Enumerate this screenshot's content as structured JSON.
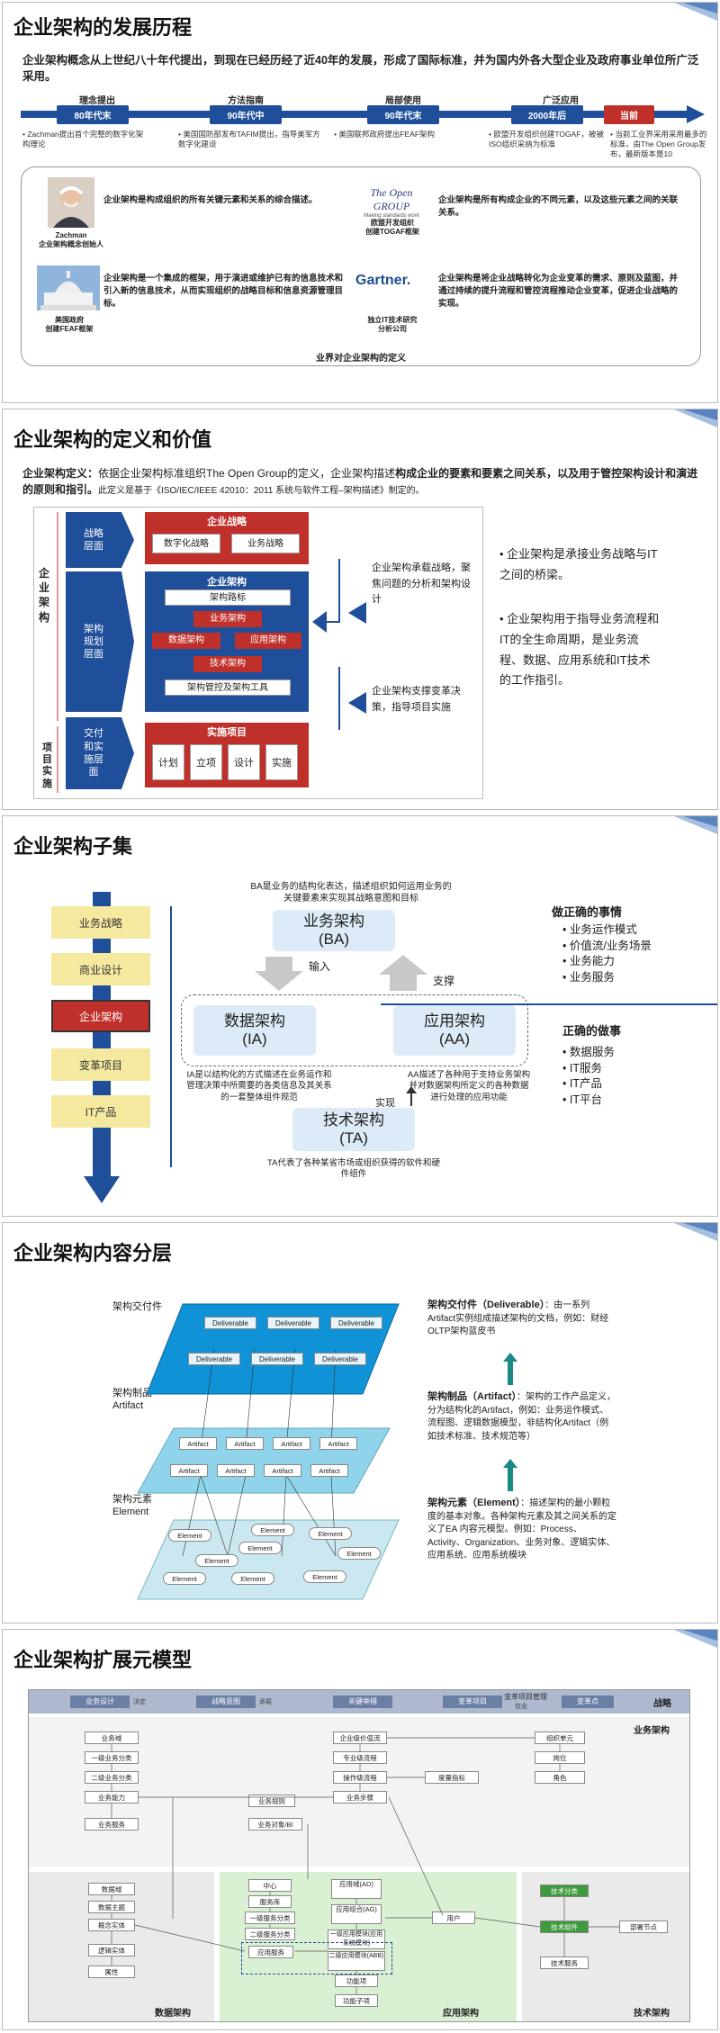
{
  "slide1": {
    "title": "企业架构的发展历程",
    "subtitle": "企业架构概念从上世纪八十年代提出，到现在已经历经了近40年的发展，形成了国际标准，并为国内外各大型企业及政府事业单位所广泛采用。",
    "phases": [
      "理念提出",
      "方法指南",
      "局部使用",
      "广泛应用"
    ],
    "eras": [
      "80年代末",
      "90年代中",
      "90年代末",
      "2000年后",
      "当前"
    ],
    "notes": [
      "• Zachman提出首个完整的数字化架构理论",
      "• 美国国防部发布TAFIM提出，指导美军方数字化建设",
      "• 美国联邦政府提出FEAF架构",
      "• 欧盟开发组织创建TOGAF，被被ISO组织采纳为标准",
      "• 当前工业界采用采用最多的标准，由The Open Group发布，最新版本是10"
    ],
    "defs": [
      "企业架构是构成组织的所有关键元素和关系的综合描述。",
      "企业架构是所有构成企业的不同元素，以及这些元素之间的关联关系。",
      "企业架构是一个集成的框架，用于演进或维护已有的信息技术和引入新的信息技术，从而实现组织的战略目标和信息资源管理目标。",
      "企业架构是将企业战略转化为企业变革的需求、原则及蓝图，并通过持续的提升流程和管控流程推动企业变革，促进企业战略的实现。"
    ],
    "captions": [
      "Zachman\n企业架构概念创始人",
      "欧盟开发组织\n创建TOGAF框架",
      "美国政府\n创建FEAF框架",
      "独立IT技术研究\n分析公司"
    ],
    "logo_opengroup": "The Open GROUP",
    "logo_opengroup_tag": "Making standards work",
    "logo_gartner": "Gartner.",
    "footer": "业界对企业架构的定义"
  },
  "slide2": {
    "title": "企业架构的定义和价值",
    "def_label": "企业架构定义：",
    "def_text1": "依据企业架构标准组织The Open Group的定义，企业架构描述",
    "def_bold": "构成企业的要素和要素之间关系，以及用于管控架构设计和演进的原则和指引。",
    "def_small": "此定义是基于《ISO/IEC/IEEE 42010：2011 系统与软件工程–架构描述》制定的。",
    "left_label": "企\n业\n架\n构",
    "left_label2": "项\n目\n实\n施",
    "layers": [
      "战略\n层面",
      "架构\n规划\n层面",
      "交付\n和实\n施层\n面"
    ],
    "strategy": {
      "title": "企业战略",
      "items": [
        "数字化战略",
        "业务战略"
      ]
    },
    "arch": {
      "title": "企业架构",
      "route": "架构路标",
      "ba": "业务架构",
      "da": "数据架构",
      "aa": "应用架构",
      "ta": "技术架构",
      "tools": "架构管控及架构工具"
    },
    "impl": {
      "title": "实施项目",
      "items": [
        "计划",
        "立项",
        "设计",
        "实施"
      ]
    },
    "side1": "企业架构承载战略，聚焦问题的分析和架构设计",
    "side2": "企业架构支撑变革决策，指导项目实施",
    "bullets": [
      "企业架构是承接业务战略与IT之间的桥梁。",
      "企业架构用于指导业务流程和IT的全生命周期，是业务流程、数据、应用系统和IT技术的工作指引。"
    ]
  },
  "slide3": {
    "title": "企业架构子集",
    "steps": [
      "业务战略",
      "商业设计",
      "企业架构",
      "变革项目",
      "IT产品"
    ],
    "ba_desc": "BA是业务的结构化表达，描述组织如何运用业务的关键要素来实现其战略意图和目标",
    "ba": "业务架构\n(BA)",
    "ia": "数据架构\n(IA)",
    "aa": "应用架构\n(AA)",
    "ta": "技术架构\n(TA)",
    "input": "输入",
    "support": "支撑",
    "realize": "实现",
    "ia_desc": "IA是以结构化的方式描述在业务运作和管理决策中所需要的各类信息及其关系的一套整体组件规范",
    "aa_desc": "AA描述了各种用于支持业务架构并对数据架构所定义的各种数据进行处理的应用功能",
    "ta_desc": "TA代表了各种某省市场或组织获得的软件和硬件组件",
    "right_t1": "做正确的事情",
    "right_l1": [
      "业务运作模式",
      "价值流/业务场景",
      "业务能力",
      "业务服务"
    ],
    "right_t2": "正确的做事",
    "right_l2": [
      "数据服务",
      "IT服务",
      "IT产品",
      "IT平台"
    ]
  },
  "slide4": {
    "title": "企业架构内容分层",
    "layer1": "架构交付件",
    "layer2": "架构制品\nArtifact",
    "layer3": "架构元素\nElement",
    "deliverable": "Deliverable",
    "artifact": "Artifact",
    "element": "Element",
    "d1_title": "架构交付件（Deliverable）",
    "d1_text": "：由一系列Artifact实例组成描述架构的文档，例如：财经OLTP架构蓝皮书",
    "d2_title": "架构制品（Artifact）",
    "d2_text": "：架构的工作产品定义，分为结构化的Artifact，例如：业务运作模式、流程图、逻辑数据模型，非结构化Artifact（例如技术标准、技术规范等）",
    "d3_title": "架构元素（Element）",
    "d3_text": "：描述架构的最小颗粒度的基本对象。各种架构元素及其之间关系的定义了EA 内容元模型。例如：Process、Activity、Organization、业务对象、逻辑实体、应用系统、应用系统模块"
  },
  "slide5": {
    "title": "企业架构扩展元模型",
    "bar": [
      "业务设计",
      "战略意图",
      "关键举措",
      "变革项目",
      "变革点"
    ],
    "bar_label": "战略",
    "bar_small": [
      "决定",
      "承载",
      "变革项目管理",
      "包含"
    ],
    "biz_label": "业务架构",
    "data_label": "数据架构",
    "app_label": "应用架构",
    "tech_label": "技术架构",
    "biz_boxes": [
      "业务域",
      "一级业务分类",
      "二级业务分类",
      "业务能力",
      "业务服务",
      "企业级价值流",
      "专业级流程",
      "操作级流程",
      "业务步骤",
      "度量指标",
      "业务规则",
      "业务对象/BI",
      "组织单元",
      "岗位",
      "角色"
    ],
    "data_boxes": [
      "数据域",
      "数据主题",
      "概念实体",
      "逻辑实体",
      "属性"
    ],
    "app_boxes": [
      "中心",
      "服务库",
      "一级服务分类",
      "二级服务分类",
      "应用服务",
      "应用域(AD)",
      "应用组合(AG)",
      "一级应用模块(应用系统模块)",
      "二级应用模块(ABB)",
      "功能项",
      "功能子项",
      "用户"
    ],
    "tech_boxes": [
      "技术分类",
      "技术组件",
      "部署节点",
      "技术服务"
    ]
  }
}
